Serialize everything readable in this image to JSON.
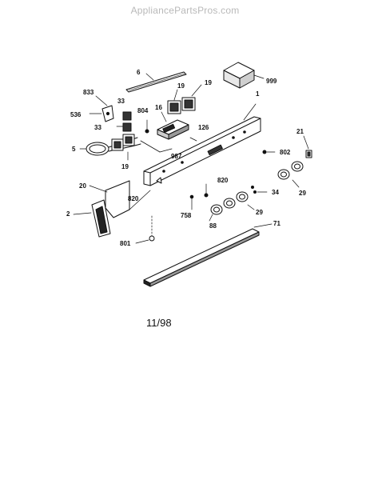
{
  "watermark": "AppliancePartsPros.com",
  "date_code": "11/98",
  "callouts": [
    {
      "id": "c6",
      "text": "6"
    },
    {
      "id": "c999",
      "text": "999"
    },
    {
      "id": "c19a",
      "text": "19"
    },
    {
      "id": "c19b",
      "text": "19"
    },
    {
      "id": "c833",
      "text": "833"
    },
    {
      "id": "c1",
      "text": "1"
    },
    {
      "id": "c33a",
      "text": "33"
    },
    {
      "id": "c804",
      "text": "804"
    },
    {
      "id": "c16",
      "text": "16"
    },
    {
      "id": "c536",
      "text": "536"
    },
    {
      "id": "c33b",
      "text": "33"
    },
    {
      "id": "c126",
      "text": "126"
    },
    {
      "id": "c21",
      "text": "21"
    },
    {
      "id": "c5",
      "text": "5"
    },
    {
      "id": "c987",
      "text": "987"
    },
    {
      "id": "c802",
      "text": "802"
    },
    {
      "id": "c19c",
      "text": "19"
    },
    {
      "id": "c20",
      "text": "20"
    },
    {
      "id": "c820a",
      "text": "820"
    },
    {
      "id": "c820b",
      "text": "820"
    },
    {
      "id": "c34",
      "text": "34"
    },
    {
      "id": "c29a",
      "text": "29"
    },
    {
      "id": "c2",
      "text": "2"
    },
    {
      "id": "c758",
      "text": "758"
    },
    {
      "id": "c29b",
      "text": "29"
    },
    {
      "id": "c88",
      "text": "88"
    },
    {
      "id": "c71",
      "text": "71"
    },
    {
      "id": "c801",
      "text": "801"
    }
  ]
}
